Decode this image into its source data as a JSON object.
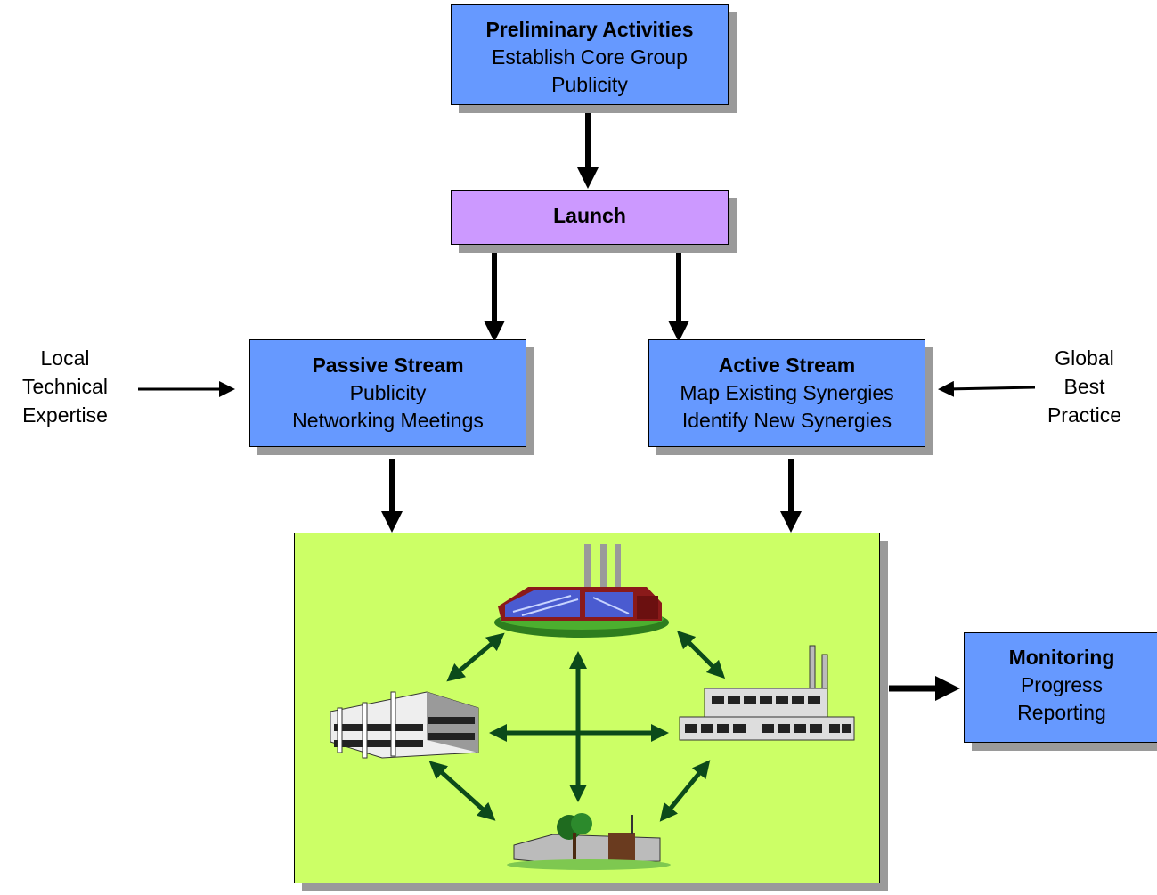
{
  "preliminary": {
    "title": "Preliminary Activities",
    "lines": [
      "Establish Core Group",
      "Publicity"
    ]
  },
  "launch": {
    "title": "Launch"
  },
  "passive": {
    "title": "Passive Stream",
    "lines": [
      "Publicity",
      "Networking Meetings"
    ]
  },
  "active": {
    "title": "Active Stream",
    "lines": [
      "Map Existing Synergies",
      "Identify New Synergies"
    ]
  },
  "local": {
    "lines": [
      "Local",
      "Technical",
      "Expertise"
    ]
  },
  "global": {
    "lines": [
      "Global",
      "Best",
      "Practice"
    ]
  },
  "monitoring": {
    "title": "Monitoring",
    "lines": [
      "Progress",
      "Reporting"
    ]
  },
  "network": {
    "nodes": [
      "power-plant-icon",
      "office-building-icon",
      "factory-icon",
      "campus-building-icon"
    ]
  },
  "colors": {
    "box_blue": "#6699ff",
    "box_purple": "#cc99ff",
    "network_green": "#ccff66",
    "arrow_green": "#0b4a1a",
    "shadow": "#9a9a9a"
  }
}
